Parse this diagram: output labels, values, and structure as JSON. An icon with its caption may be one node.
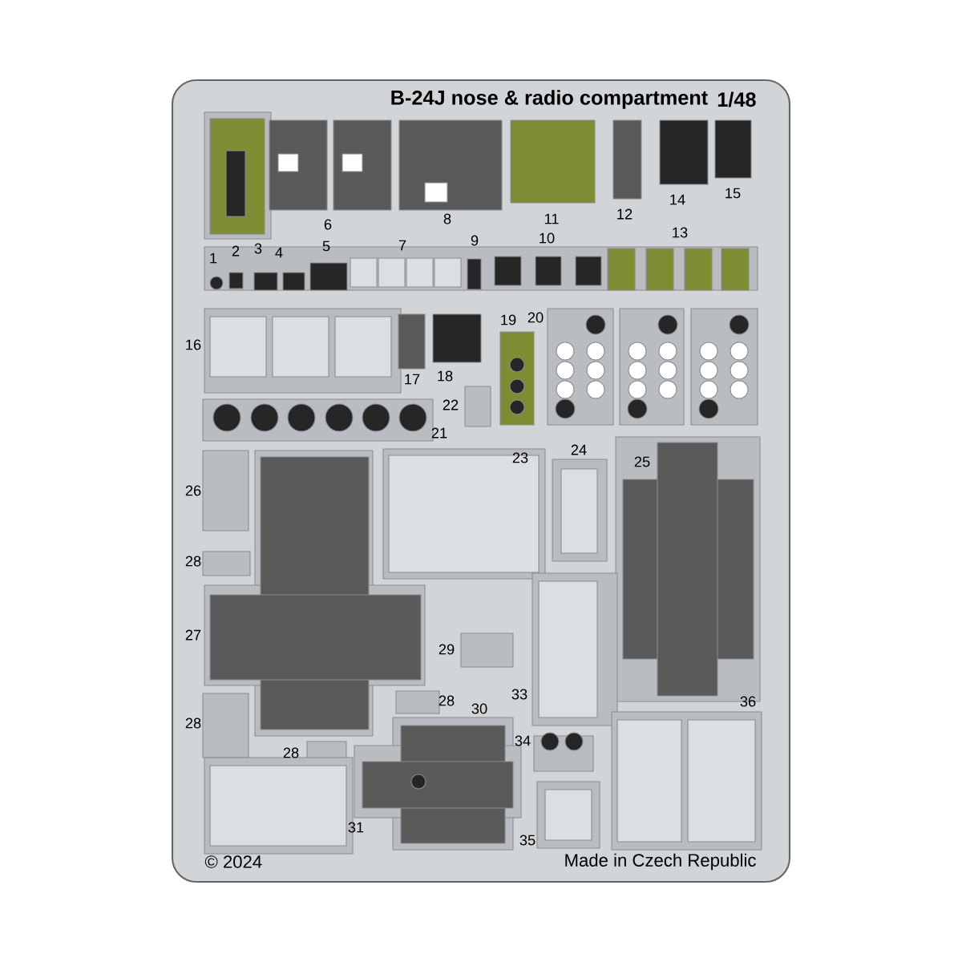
{
  "diagram": {
    "title": "B-24J nose & radio compartment",
    "labels": [
      "1/48",
      "6",
      "8",
      "11",
      "12",
      "14",
      "15",
      "1",
      "2",
      "3",
      "4",
      "5",
      "7",
      "9",
      "10",
      "13",
      "16",
      "19",
      "20",
      "17",
      "18",
      "22",
      "21",
      "24",
      "23",
      "25",
      "26",
      "28",
      "27",
      "29",
      "33",
      "28",
      "36",
      "30",
      "28",
      "34",
      "28",
      "31",
      "35",
      "© 2024",
      "Made in Czech Republic"
    ]
  }
}
